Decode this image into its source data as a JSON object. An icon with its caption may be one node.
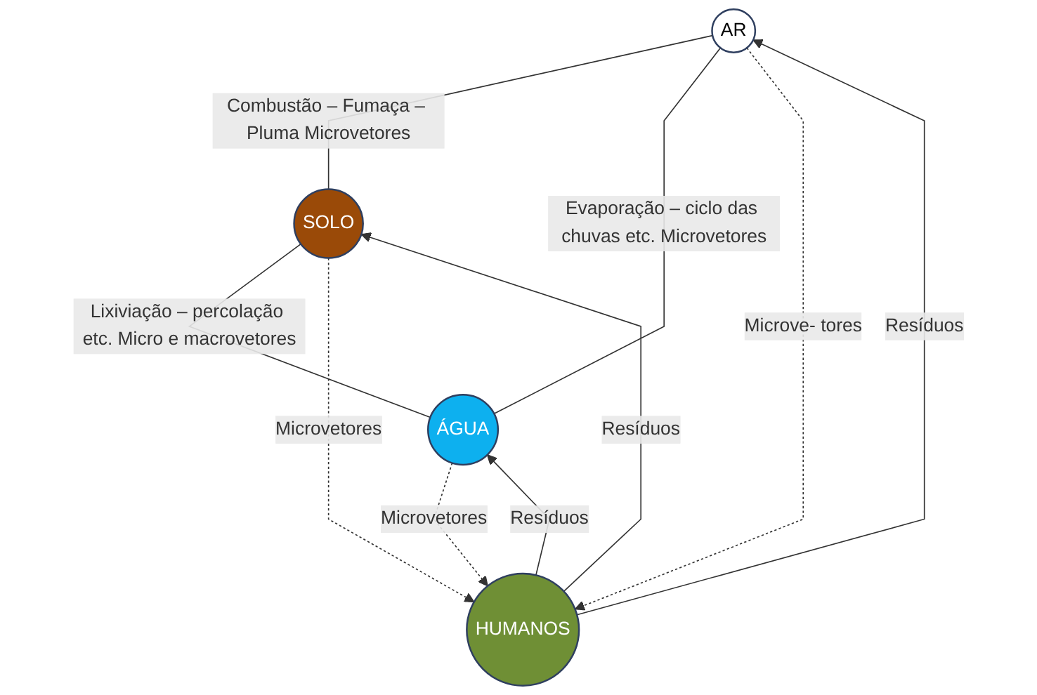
{
  "diagram": {
    "nodes": [
      {
        "text": [
          "AR"
        ]
      },
      {
        "text": [
          "HUMANOS"
        ]
      },
      {
        "text": [
          "SOLO"
        ]
      },
      {
        "text": [
          "ÁGUA"
        ]
      }
    ],
    "edges": [
      {
        "from": 0,
        "to": 2,
        "arrow": "none",
        "label": "Combustão – Fumaça – Pluma Microvetores"
      },
      {
        "from": 0,
        "to": 3,
        "arrow": "none",
        "label": "Evaporação – ciclo das chuvas etc. Microvetores"
      },
      {
        "from": 2,
        "to": 3,
        "arrow": "none",
        "label": "Lixiviação – percolação etc. Micro e macrovetores"
      },
      {
        "from": 0,
        "to": 1,
        "arrow": "to",
        "style": "dashed",
        "label": "Microve- tores"
      },
      {
        "from": 1,
        "to": 0,
        "arrow": "to",
        "label": "Resíduos"
      },
      {
        "from": 2,
        "to": 1,
        "arrow": "to",
        "style": "dashed",
        "label": "Microvetores"
      },
      {
        "from": 1,
        "to": 2,
        "arrow": "to",
        "label": "Resíduos"
      },
      {
        "from": 3,
        "to": 1,
        "arrow": "to",
        "style": "dashed",
        "label": "Microvetores"
      },
      {
        "from": 1,
        "to": 3,
        "arrow": "to",
        "label": "Resíduos"
      }
    ]
  }
}
